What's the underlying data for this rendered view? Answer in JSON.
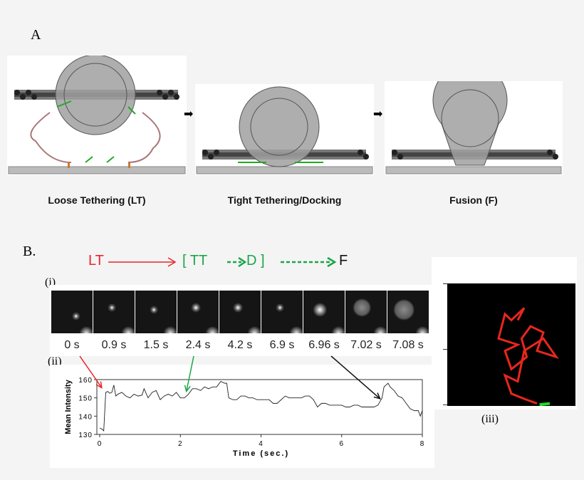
{
  "panel_a": {
    "label": "A",
    "stages": [
      "Loose Tethering (LT)",
      "Tight Tethering/Docking",
      "Fusion (F)"
    ]
  },
  "panel_b": {
    "label": "B.",
    "scheme": {
      "lt": "LT",
      "tt": "[ TT",
      "d": "D ]",
      "f": "F"
    },
    "sub_i": "(i)",
    "sub_ii": "(ii)",
    "sub_iii": "(iii)",
    "frame_times": [
      "0 s",
      "0.9 s",
      "1.5 s",
      "2.4 s",
      "4.2 s",
      "6.9 s",
      "6.96 s",
      "7.02 s",
      "7.08 s"
    ]
  },
  "colors": {
    "lt": "#e8262a",
    "tt_d": "#1aa64a",
    "fusion": "#111111",
    "trajectory": "#e8261e",
    "trajectory_end": "#22dd22"
  },
  "chart_data": {
    "type": "line",
    "xlabel": "Time (sec.)",
    "ylabel": "Mean Intensity",
    "xlim": [
      0,
      8
    ],
    "ylim": [
      130,
      160
    ],
    "xticks": [
      0,
      2,
      4,
      6,
      8
    ],
    "yticks": [
      130,
      140,
      150,
      160
    ],
    "grid": false,
    "annotations": [
      {
        "x": 0.05,
        "y": 154,
        "color": "red"
      },
      {
        "x": 2.15,
        "y": 152,
        "color": "green"
      },
      {
        "x": 6.95,
        "y": 148,
        "color": "black"
      }
    ],
    "x": [
      0,
      0.05,
      0.1,
      0.15,
      0.2,
      0.25,
      0.3,
      0.35,
      0.4,
      0.45,
      0.55,
      0.65,
      0.75,
      0.85,
      0.95,
      1.05,
      1.1,
      1.2,
      1.3,
      1.4,
      1.5,
      1.6,
      1.7,
      1.8,
      1.9,
      2.0,
      2.1,
      2.2,
      2.3,
      2.4,
      2.5,
      2.6,
      2.7,
      2.8,
      2.9,
      3.0,
      3.1,
      3.15,
      3.2,
      3.3,
      3.4,
      3.5,
      3.6,
      3.7,
      3.8,
      3.9,
      4.0,
      4.1,
      4.2,
      4.3,
      4.4,
      4.5,
      4.6,
      4.7,
      4.8,
      4.9,
      5.0,
      5.1,
      5.2,
      5.3,
      5.4,
      5.5,
      5.6,
      5.7,
      5.8,
      5.9,
      6.0,
      6.1,
      6.2,
      6.3,
      6.4,
      6.5,
      6.6,
      6.7,
      6.8,
      6.9,
      6.95,
      7.0,
      7.05,
      7.1,
      7.15,
      7.2,
      7.3,
      7.4,
      7.5,
      7.6,
      7.7,
      7.8,
      7.9,
      7.95,
      8.0
    ],
    "y": [
      133.5,
      133,
      132,
      153,
      153.5,
      152.5,
      153,
      157,
      151,
      152,
      153,
      151,
      150,
      152,
      151,
      151.5,
      155,
      150,
      153,
      154,
      149,
      151,
      152,
      151,
      153,
      150,
      150,
      152,
      155,
      155,
      154,
      156,
      155,
      156,
      156,
      159,
      158,
      158,
      150,
      149,
      149,
      151,
      151,
      150,
      150,
      149,
      149,
      149,
      149,
      147,
      147,
      149,
      151,
      150,
      150,
      150,
      150,
      151,
      151,
      149,
      145,
      147,
      147,
      146,
      146,
      146,
      146,
      145,
      145,
      146,
      146,
      145,
      145,
      145,
      145,
      146,
      148,
      150,
      156,
      157,
      158,
      156,
      154,
      151,
      150,
      147,
      144,
      143,
      143,
      140,
      143
    ]
  },
  "trajectory": {
    "points": [
      [
        0.55,
        0.3
      ],
      [
        0.6,
        0.2
      ],
      [
        0.5,
        0.3
      ],
      [
        0.45,
        0.25
      ],
      [
        0.4,
        0.45
      ],
      [
        0.55,
        0.5
      ],
      [
        0.45,
        0.55
      ],
      [
        0.5,
        0.7
      ],
      [
        0.62,
        0.6
      ],
      [
        0.58,
        0.45
      ],
      [
        0.65,
        0.35
      ],
      [
        0.75,
        0.4
      ],
      [
        0.7,
        0.55
      ],
      [
        0.85,
        0.6
      ],
      [
        0.75,
        0.45
      ],
      [
        0.6,
        0.55
      ],
      [
        0.55,
        0.8
      ],
      [
        0.45,
        0.75
      ],
      [
        0.5,
        0.9
      ],
      [
        0.62,
        0.95
      ],
      [
        0.7,
        0.98
      ]
    ],
    "end_points": [
      [
        0.72,
        0.99
      ],
      [
        0.8,
        0.98
      ]
    ]
  }
}
